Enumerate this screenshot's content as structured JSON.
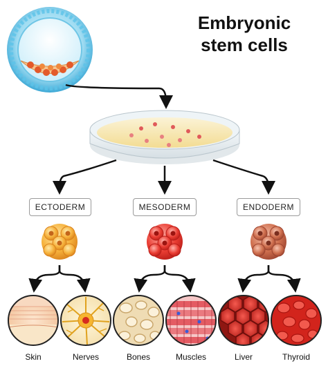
{
  "title": {
    "line1": "Embryonic",
    "line2": "stem cells"
  },
  "germ_layers": [
    {
      "label": "ECTODERM",
      "color": "#f5a623"
    },
    {
      "label": "MESODERM",
      "color": "#e0322c"
    },
    {
      "label": "ENDODERM",
      "color": "#c8674a"
    }
  ],
  "tissues": [
    {
      "label": "Skin",
      "icon": "skin-icon"
    },
    {
      "label": "Nerves",
      "icon": "nerve-cell-icon"
    },
    {
      "label": "Bones",
      "icon": "bone-tissue-icon"
    },
    {
      "label": "Muscles",
      "icon": "muscle-tissue-icon"
    },
    {
      "label": "Liver",
      "icon": "liver-tissue-icon"
    },
    {
      "label": "Thyroid",
      "icon": "thyroid-tissue-icon"
    }
  ]
}
